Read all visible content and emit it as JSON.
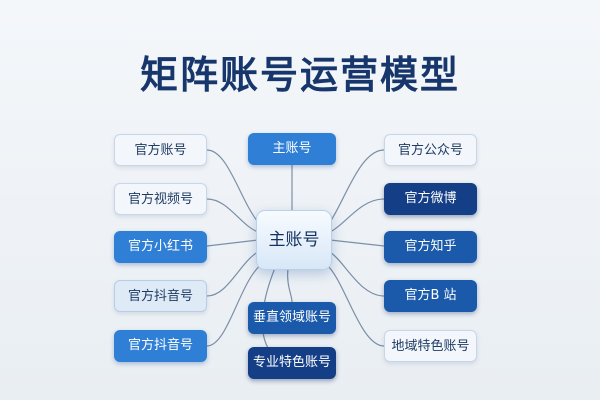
{
  "title": "矩阵账号运营模型",
  "center": {
    "label": "主账号"
  },
  "left_nodes": [
    {
      "label": "官方账号"
    },
    {
      "label": "官方视频号"
    },
    {
      "label": "官方小红书"
    },
    {
      "label": "官方抖音号"
    },
    {
      "label": "官方抖音号"
    }
  ],
  "middle_nodes": [
    {
      "label": "主账号"
    },
    {
      "label": "垂直领域账号"
    },
    {
      "label": "专业特色账号"
    }
  ],
  "right_nodes": [
    {
      "label": "官方公众号"
    },
    {
      "label": "官方微博"
    },
    {
      "label": "官方知乎"
    },
    {
      "label": "官方B 站"
    },
    {
      "label": "地域特色账号"
    }
  ],
  "colors": {
    "title": "#17366b",
    "link": "#7d8fa6",
    "light": "#f3f7fc",
    "mid": "#2f7fd6",
    "dark": "#1b59aa",
    "navy": "#143f87"
  }
}
